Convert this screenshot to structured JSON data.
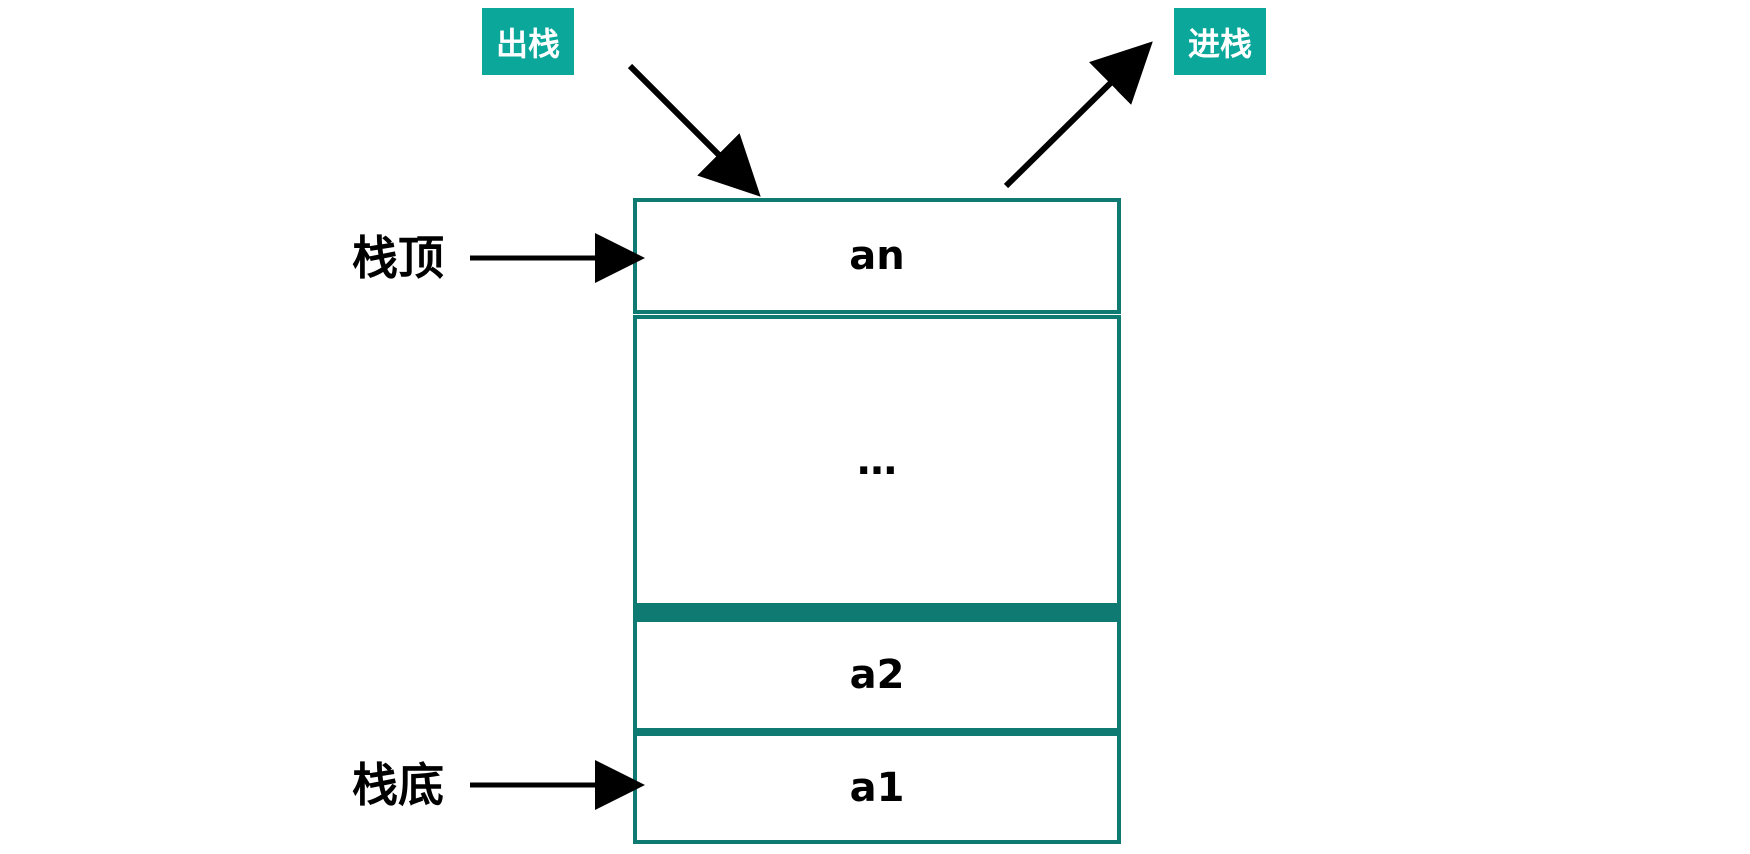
{
  "labels": {
    "pop": "出栈",
    "push": "进栈",
    "stack_top": "栈顶",
    "stack_bottom": "栈底"
  },
  "stack": {
    "cells": [
      "an",
      "…",
      "a2",
      "a1"
    ]
  },
  "colors": {
    "badge": "#0aa79a",
    "border": "#0e7a72",
    "arrow": "#000000"
  }
}
